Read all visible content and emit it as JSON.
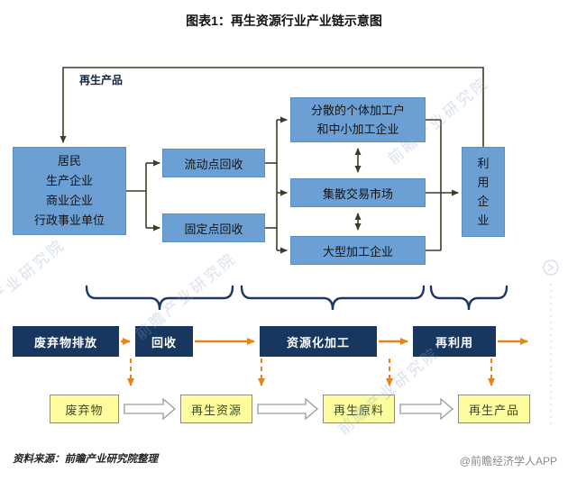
{
  "title": "图表1：再生资源行业产业链示意图",
  "diagram": {
    "feedback_label": "再生产品",
    "sources_box": "居民\n生产企业\n商业企业\n行政事业单位",
    "mobile_recycle": "流动点回收",
    "fixed_recycle": "固定点回收",
    "scattered_processors": "分散的个体加工户\n和中小加工企业",
    "trade_market": "集散交易市场",
    "large_processors": "大型加工企业",
    "utilization": "利\n用\n企\n业"
  },
  "stages": [
    "废弃物排放",
    "回收",
    "资源化加工",
    "再利用"
  ],
  "products": [
    "废弃物",
    "再生资源",
    "再生原料",
    "再生产品"
  ],
  "footer": {
    "source": "资料来源：前瞻产业研究院整理",
    "credit": "@前瞻经济学人APP"
  },
  "watermark": "前瞻产业研究院",
  "colors": {
    "process_box_blue": "#6CA0D4",
    "stage_box_navy": "#17375E",
    "product_box_yellow": "#FDFD9E",
    "flow_arrow_orange": "#E8821E",
    "connector_dark": "#3d3d25",
    "brace_navy": "#203864",
    "watermark_blue": "#8CA5C3"
  }
}
